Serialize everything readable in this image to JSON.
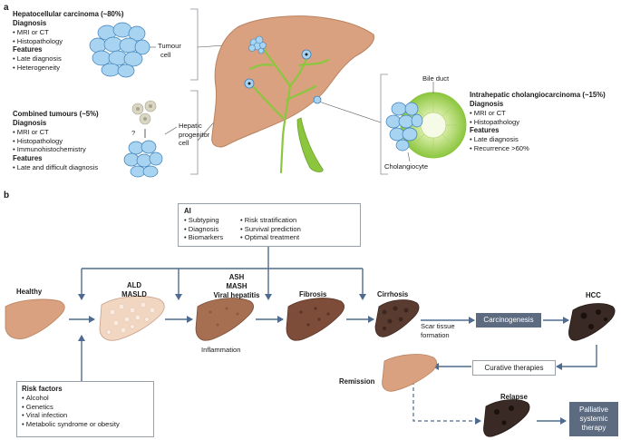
{
  "panel_a": {
    "letter": "a",
    "hcc_block": {
      "title": "Hepatocellular carcinoma (~80%)",
      "diagnosis_heading": "Diagnosis",
      "diagnosis": [
        "MRI or CT",
        "Histopathology"
      ],
      "features_heading": "Features",
      "features": [
        "Late diagnosis",
        "Heterogeneity"
      ],
      "cell_label_1": "Tumour",
      "cell_label_2": "cell"
    },
    "combined_block": {
      "title": "Combined tumours (~5%)",
      "diagnosis_heading": "Diagnosis",
      "diagnosis": [
        "MRI or CT",
        "Histopathology",
        "Immunohistochemistry"
      ],
      "features_heading": "Features",
      "features": [
        "Late and difficult diagnosis"
      ],
      "question_mark": "?",
      "cell_label_1": "Hepatic",
      "cell_label_2": "progenitor",
      "cell_label_3": "cell"
    },
    "icc_block": {
      "title": "Intrahepatic cholangiocarcinoma (~15%)",
      "diagnosis_heading": "Diagnosis",
      "diagnosis": [
        "MRI or CT",
        "Histopathology"
      ],
      "features_heading": "Features",
      "features": [
        "Late diagnosis",
        "Recurrence >60%"
      ],
      "bile_duct_label": "Bile duct",
      "cholangiocyte_label": "Cholangiocyte"
    }
  },
  "panel_b": {
    "letter": "b",
    "ai": {
      "title": "AI",
      "col1": [
        "Subtyping",
        "Diagnosis",
        "Biomarkers"
      ],
      "col2": [
        "Risk stratification",
        "Survival prediction",
        "Optimal treatment"
      ]
    },
    "stages": {
      "healthy": "Healthy",
      "ald_1": "ALD",
      "ald_2": "MASLD",
      "ash_1": "ASH",
      "ash_2": "MASH",
      "ash_3": "Viral hepatitis",
      "inflammation": "Inflammation",
      "fibrosis": "Fibrosis",
      "cirrhosis": "Cirrhosis",
      "scar_1": "Scar tissue",
      "scar_2": "formation",
      "hcc": "HCC",
      "remission": "Remission",
      "relapse": "Relapse"
    },
    "carcinogenesis": "Carcinogenesis",
    "curative": "Curative therapies",
    "palliative_1": "Palliative",
    "palliative_2": "systemic",
    "palliative_3": "therapy",
    "risk_factors": {
      "title": "Risk factors",
      "items": [
        "Alcohol",
        "Genetics",
        "Viral infection",
        "Metabolic syndrome or obesity"
      ]
    }
  },
  "colors": {
    "tumour_blue": "#a8d4f2",
    "tumour_stroke": "#3b7fb8",
    "liver_healthy": "#d9a17f",
    "liver_dark": "#6a4a3c",
    "liver_hcc": "#3a2a25",
    "bile_green": "#8cc63f",
    "arrow_blue": "#4f6b8f",
    "dark_box": "#5c6b80"
  }
}
